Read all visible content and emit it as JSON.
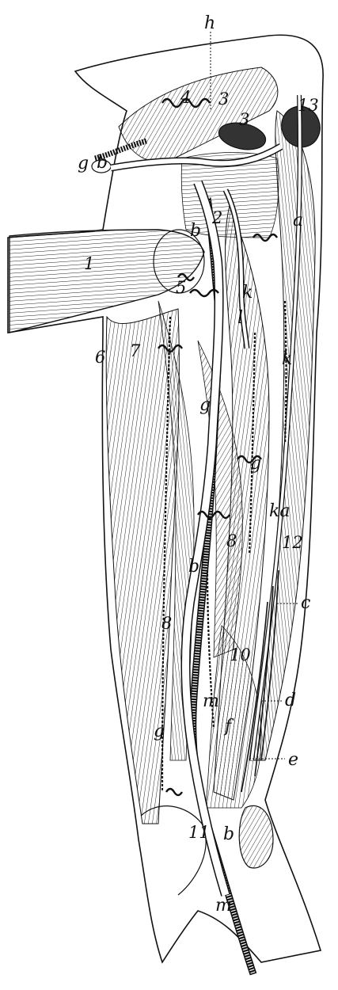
{
  "labels": {
    "h": "h",
    "g_top": "g",
    "b_top": "b",
    "n4": "4",
    "n3a": "3",
    "n3b": "3",
    "n13": "13",
    "a_top": "a",
    "n1": "1",
    "b_mid": "b",
    "n2": "2",
    "n5": "5",
    "k_a": "k",
    "l": "l",
    "k_b": "k",
    "n6": "6",
    "n7": "7",
    "g_mid": "g",
    "g_mid2": "g",
    "ka": "ka",
    "n8a": "8",
    "n12": "12",
    "b_low": "b",
    "c": "c",
    "n8b": "8",
    "n10": "10",
    "d": "d",
    "m_mid": "m",
    "f": "f",
    "g_low": "g",
    "e": "e",
    "n11": "11",
    "b_bottom": "b",
    "m_bottom": "m"
  },
  "colors": {
    "ink": "#111111",
    "paper": "#ffffff"
  }
}
